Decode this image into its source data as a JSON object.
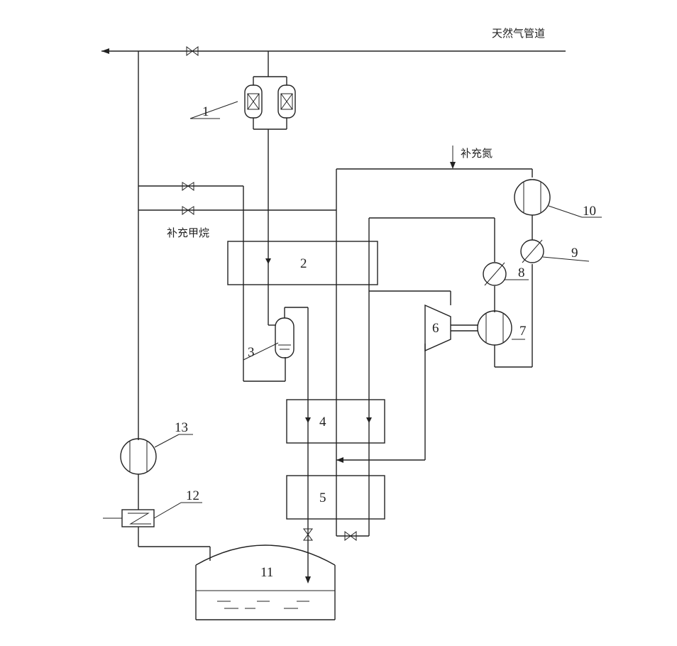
{
  "texts": {
    "pipeline": "天然气管道",
    "nitrogen": "补充氮",
    "methane": "补充甲烷"
  },
  "labels": {
    "l1": "1",
    "l2": "2",
    "l3": "3",
    "l4": "4",
    "l5": "5",
    "l6": "6",
    "l7": "7",
    "l8": "8",
    "l9": "9",
    "l10": "10",
    "l11": "11",
    "l12": "12",
    "l13": "13"
  }
}
